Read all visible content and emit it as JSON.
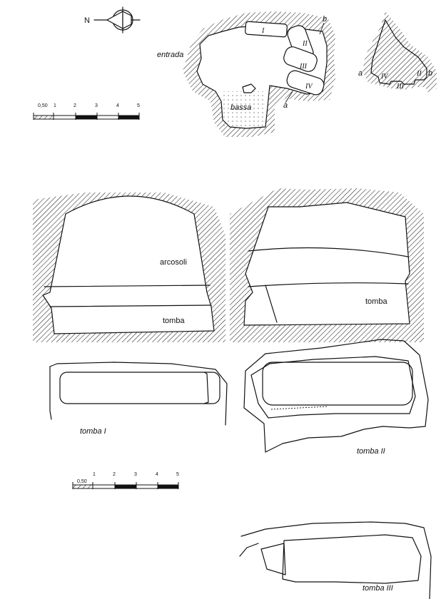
{
  "north_arrow": {
    "letter": "N"
  },
  "plan": {
    "label_entrada": "entrada",
    "label_bassa": "bassa",
    "label_a": "a",
    "label_b": "b",
    "tomb_numerals": [
      "I",
      "II",
      "III",
      "IV"
    ]
  },
  "section_inset": {
    "label_a": "a",
    "label_b": "b",
    "numerals": [
      "IV",
      "III",
      "II"
    ]
  },
  "scale_bar": {
    "labels": [
      "0,50",
      "1",
      "2",
      "3",
      "4",
      "5"
    ]
  },
  "elevations": {
    "left_arcosoli": "arcosoli",
    "left_tomba": "tomba",
    "right_tomba": "tomba"
  },
  "tomb_plans": {
    "tomba_1": "tomba I",
    "tomba_2": "tomba II",
    "tomba_3": "tomba III"
  }
}
